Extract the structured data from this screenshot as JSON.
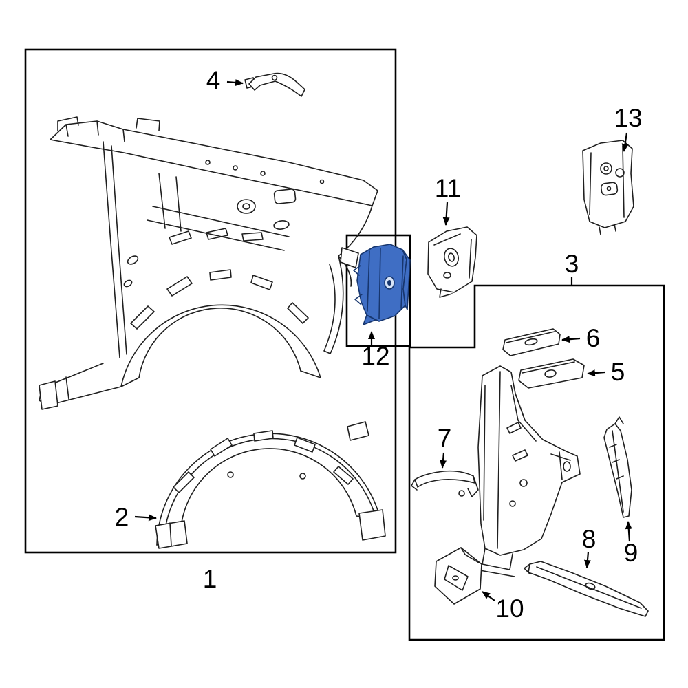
{
  "diagram": {
    "type": "parts-diagram",
    "background_color": "#ffffff",
    "line_color": "#1f1f1f",
    "highlight_color": "#3f6ec4",
    "highlighted_part": "12",
    "callouts": [
      {
        "label": "1"
      },
      {
        "label": "2"
      },
      {
        "label": "3"
      },
      {
        "label": "4"
      },
      {
        "label": "5"
      },
      {
        "label": "6"
      },
      {
        "label": "7"
      },
      {
        "label": "8"
      },
      {
        "label": "9"
      },
      {
        "label": "10"
      },
      {
        "label": "11"
      },
      {
        "label": "12",
        "highlighted": true
      },
      {
        "label": "13"
      }
    ]
  }
}
